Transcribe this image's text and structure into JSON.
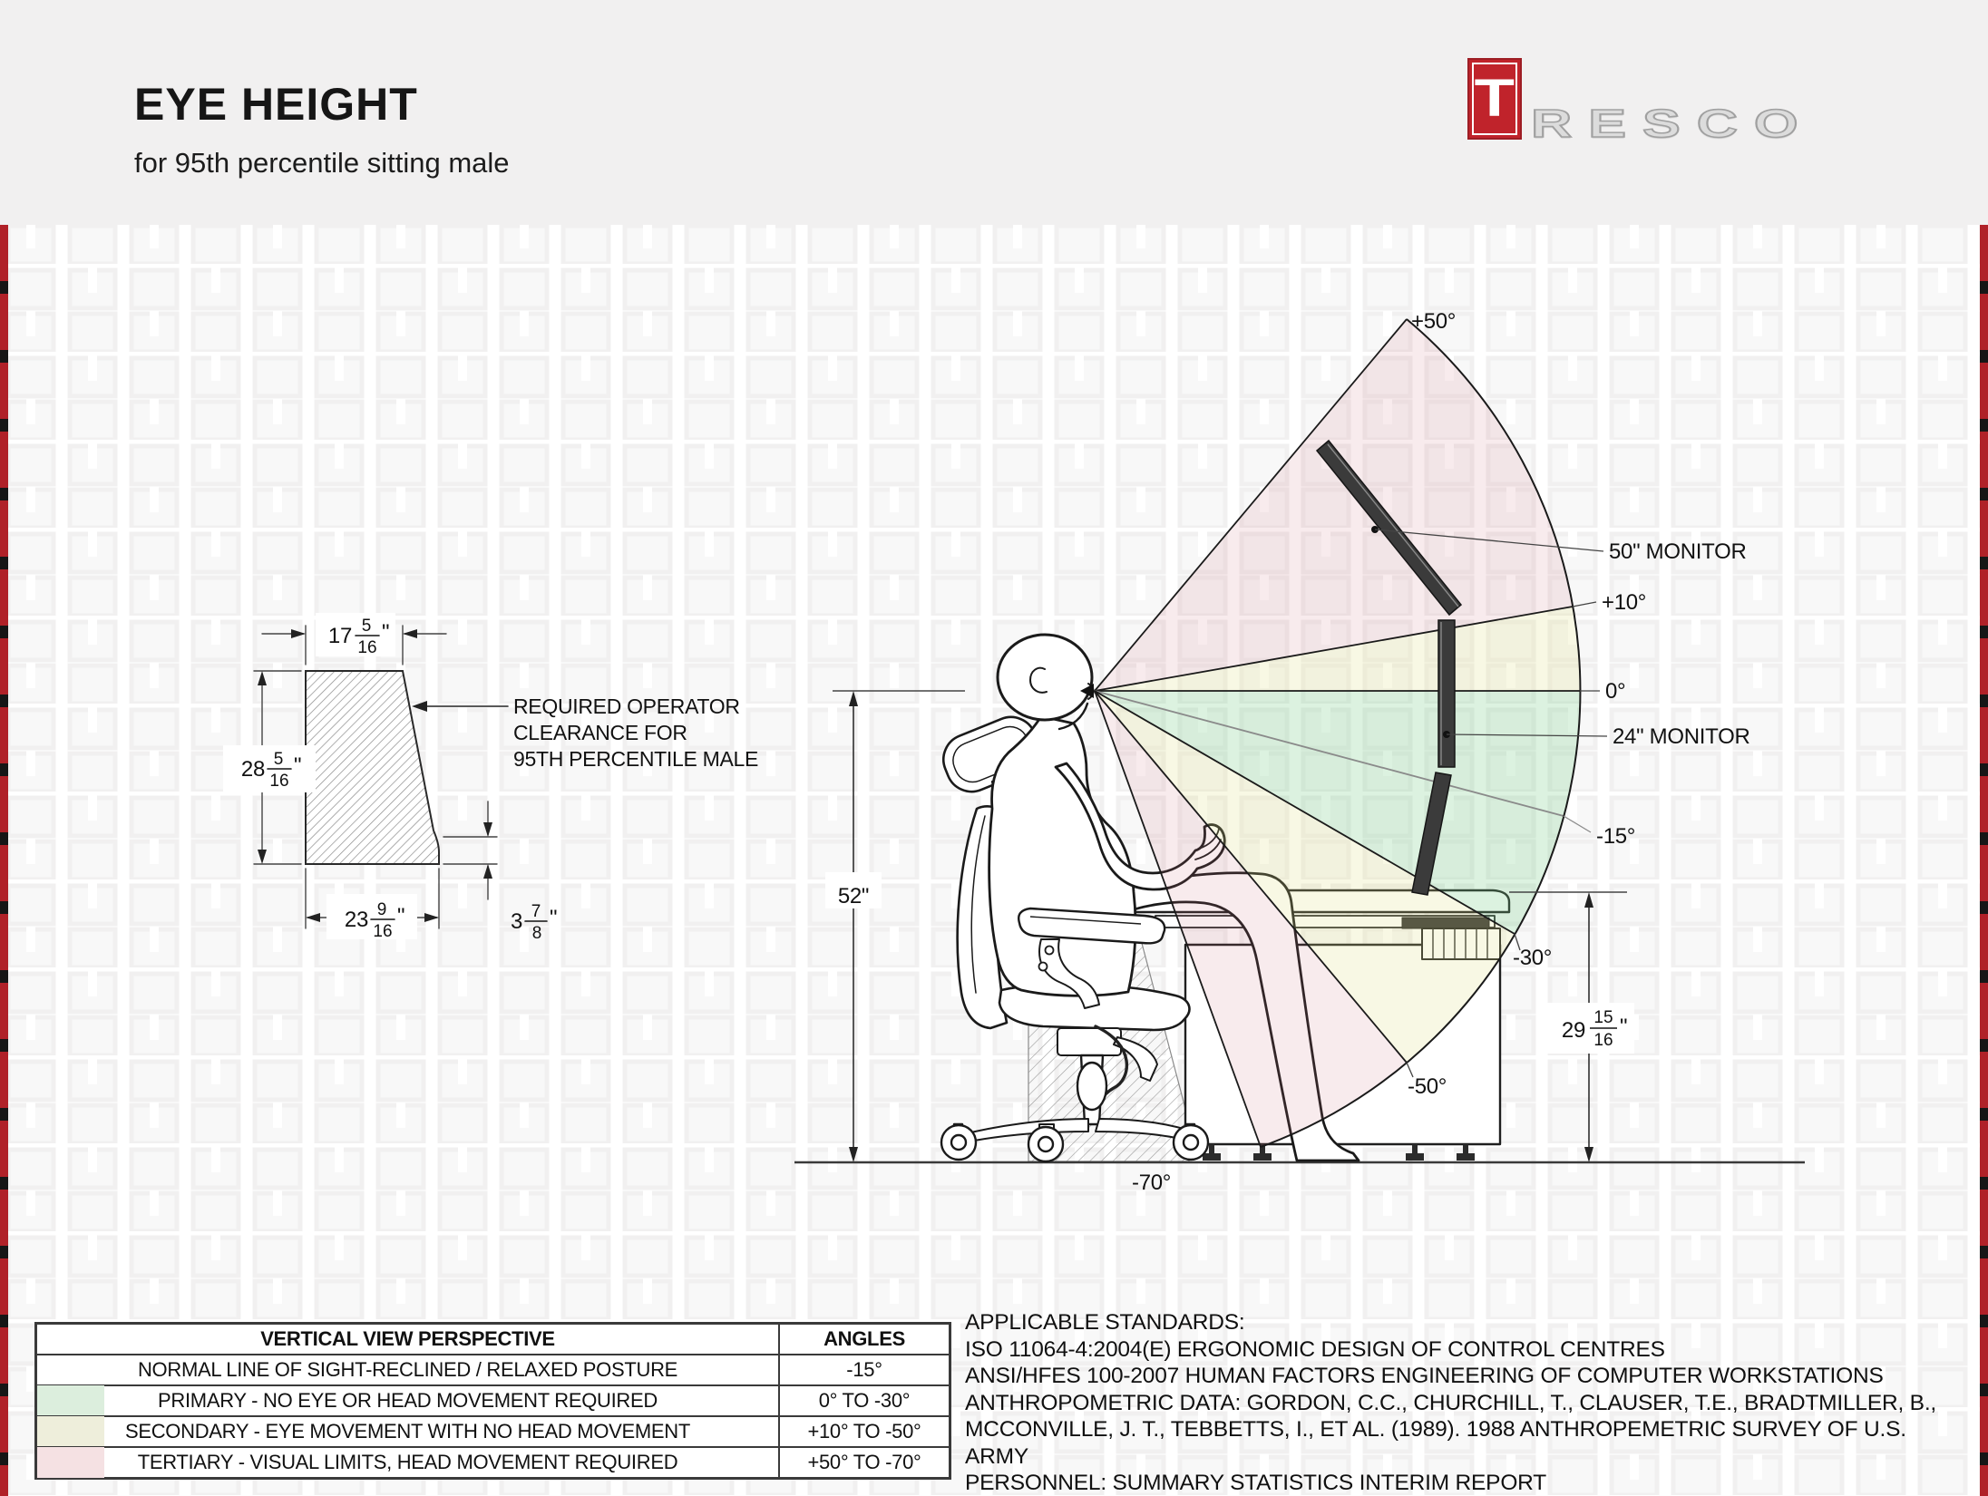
{
  "header": {
    "title": "EYE HEIGHT",
    "subtitle": "for 95th percentile sitting male",
    "logo_letter": "T",
    "logo_word": "RESCO"
  },
  "colors": {
    "accent_red": "#b02128",
    "logo_red": "#c0232b",
    "sector_primary_green": "#e1f3e3",
    "sector_secondary_yellow": "#f4f4dc",
    "sector_tertiary_pink": "#f6e7ea",
    "monitor_dark": "#3b3b3b",
    "header_gray": "#f1f0f0"
  },
  "clearance_note": {
    "line1": "REQUIRED OPERATOR",
    "line2": "CLEARANCE FOR",
    "line3": "95TH PERCENTILE MALE"
  },
  "units": {
    "inch": "\""
  },
  "detail_dims": {
    "top": {
      "whole": "17",
      "num": "5",
      "den": "16"
    },
    "left": {
      "whole": "28",
      "num": "5",
      "den": "16"
    },
    "bottom": {
      "whole": "23",
      "num": "9",
      "den": "16"
    },
    "offset": {
      "whole": "3",
      "num": "7",
      "den": "8"
    }
  },
  "scene_dims": {
    "eye_height": "52\"",
    "desk_height": {
      "whole": "29",
      "num": "15",
      "den": "16"
    }
  },
  "angles": {
    "plus50": "+50°",
    "plus10": "+10°",
    "zero": "0°",
    "minus15": "-15°",
    "minus30": "-30°",
    "minus50": "-50°",
    "minus70": "-70°"
  },
  "monitors": {
    "m50": "50\" MONITOR",
    "m24": "24\" MONITOR"
  },
  "table": {
    "header": {
      "col1": "VERTICAL VIEW PERSPECTIVE",
      "col2": "ANGLES"
    },
    "rows": [
      {
        "label": "NORMAL LINE OF SIGHT-RECLINED / RELAXED POSTURE",
        "angle": "-15°",
        "swatch": "none"
      },
      {
        "label": "PRIMARY - NO EYE OR HEAD MOVEMENT REQUIRED",
        "angle": "0° TO -30°",
        "swatch": "#dceedd"
      },
      {
        "label": "SECONDARY - EYE MOVEMENT WITH NO HEAD MOVEMENT",
        "angle": "+10° TO -50°",
        "swatch": "#eeeedb"
      },
      {
        "label": "TERTIARY - VISUAL LIMITS, HEAD MOVEMENT REQUIRED",
        "angle": "+50° TO -70°",
        "swatch": "#f5e1e3"
      }
    ]
  },
  "standards": {
    "line1": "APPLICABLE STANDARDS:",
    "line2": "ISO 11064-4:2004(E) ERGONOMIC DESIGN OF CONTROL CENTRES",
    "line3": "ANSI/HFES 100-2007 HUMAN FACTORS ENGINEERING OF COMPUTER WORKSTATIONS",
    "line4": "ANTHROPOMETRIC DATA:  GORDON, C.C., CHURCHILL, T., CLAUSER, T.E., BRADTMILLER, B.,",
    "line5": "MCCONVILLE, J. T., TEBBETTS, I., ET AL. (1989). 1988 ANTHROPEMETRIC SURVEY OF U.S. ARMY",
    "line6": "PERSONNEL: SUMMARY STATISTICS INTERIM REPORT"
  }
}
